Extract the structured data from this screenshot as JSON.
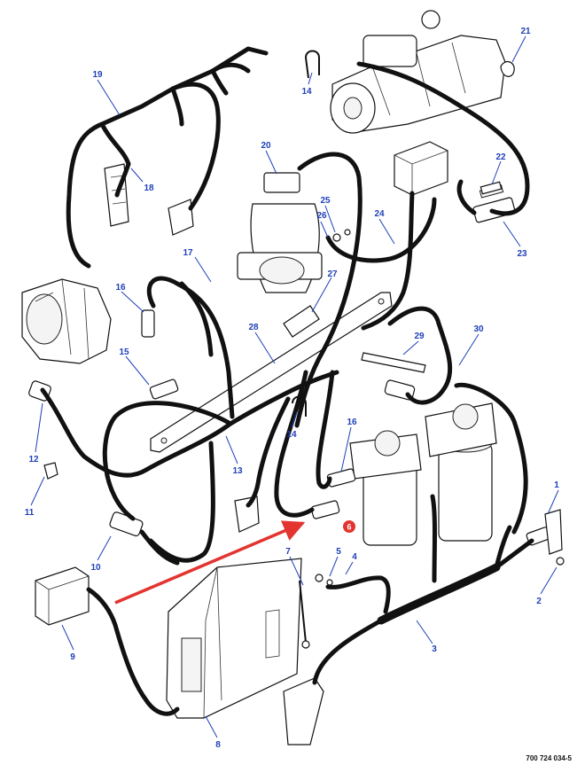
{
  "callouts": [
    {
      "id": "c1",
      "label": "1"
    },
    {
      "id": "c2",
      "label": "2"
    },
    {
      "id": "c3",
      "label": "3"
    },
    {
      "id": "c4",
      "label": "4"
    },
    {
      "id": "c5",
      "label": "5"
    },
    {
      "id": "c7",
      "label": "7"
    },
    {
      "id": "c8",
      "label": "8"
    },
    {
      "id": "c9",
      "label": "9"
    },
    {
      "id": "c10",
      "label": "10"
    },
    {
      "id": "c11",
      "label": "11"
    },
    {
      "id": "c12",
      "label": "12"
    },
    {
      "id": "c13",
      "label": "13"
    },
    {
      "id": "c14a",
      "label": "14"
    },
    {
      "id": "c14b",
      "label": "14"
    },
    {
      "id": "c15",
      "label": "15"
    },
    {
      "id": "c16a",
      "label": "16"
    },
    {
      "id": "c16b",
      "label": "16"
    },
    {
      "id": "c17",
      "label": "17"
    },
    {
      "id": "c18",
      "label": "18"
    },
    {
      "id": "c19",
      "label": "19"
    },
    {
      "id": "c20",
      "label": "20"
    },
    {
      "id": "c21",
      "label": "21"
    },
    {
      "id": "c22",
      "label": "22"
    },
    {
      "id": "c23",
      "label": "23"
    },
    {
      "id": "c24",
      "label": "24"
    },
    {
      "id": "c25",
      "label": "25"
    },
    {
      "id": "c26",
      "label": "26"
    },
    {
      "id": "c27",
      "label": "27"
    },
    {
      "id": "c28",
      "label": "28"
    },
    {
      "id": "c29",
      "label": "29"
    },
    {
      "id": "c30",
      "label": "30"
    }
  ],
  "highlight": {
    "label": "6",
    "color": "#e3342f"
  },
  "drawing_number": "700 724 034-5",
  "colors": {
    "callout": "#1f3fb8",
    "harness": "#111111",
    "arrow": "#e3342f"
  }
}
